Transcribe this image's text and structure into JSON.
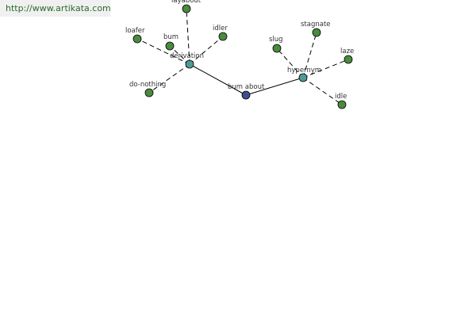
{
  "watermark": {
    "url": "http://www.artikata.com"
  },
  "graph": {
    "center": {
      "label": "bum about"
    },
    "branches": [
      {
        "label": "derivation",
        "leaves": [
          "layabout",
          "idler",
          "bum",
          "loafer",
          "do-nothing"
        ]
      },
      {
        "label": "hypernym",
        "leaves": [
          "stagnate",
          "slug",
          "laze",
          "idle"
        ]
      }
    ]
  }
}
